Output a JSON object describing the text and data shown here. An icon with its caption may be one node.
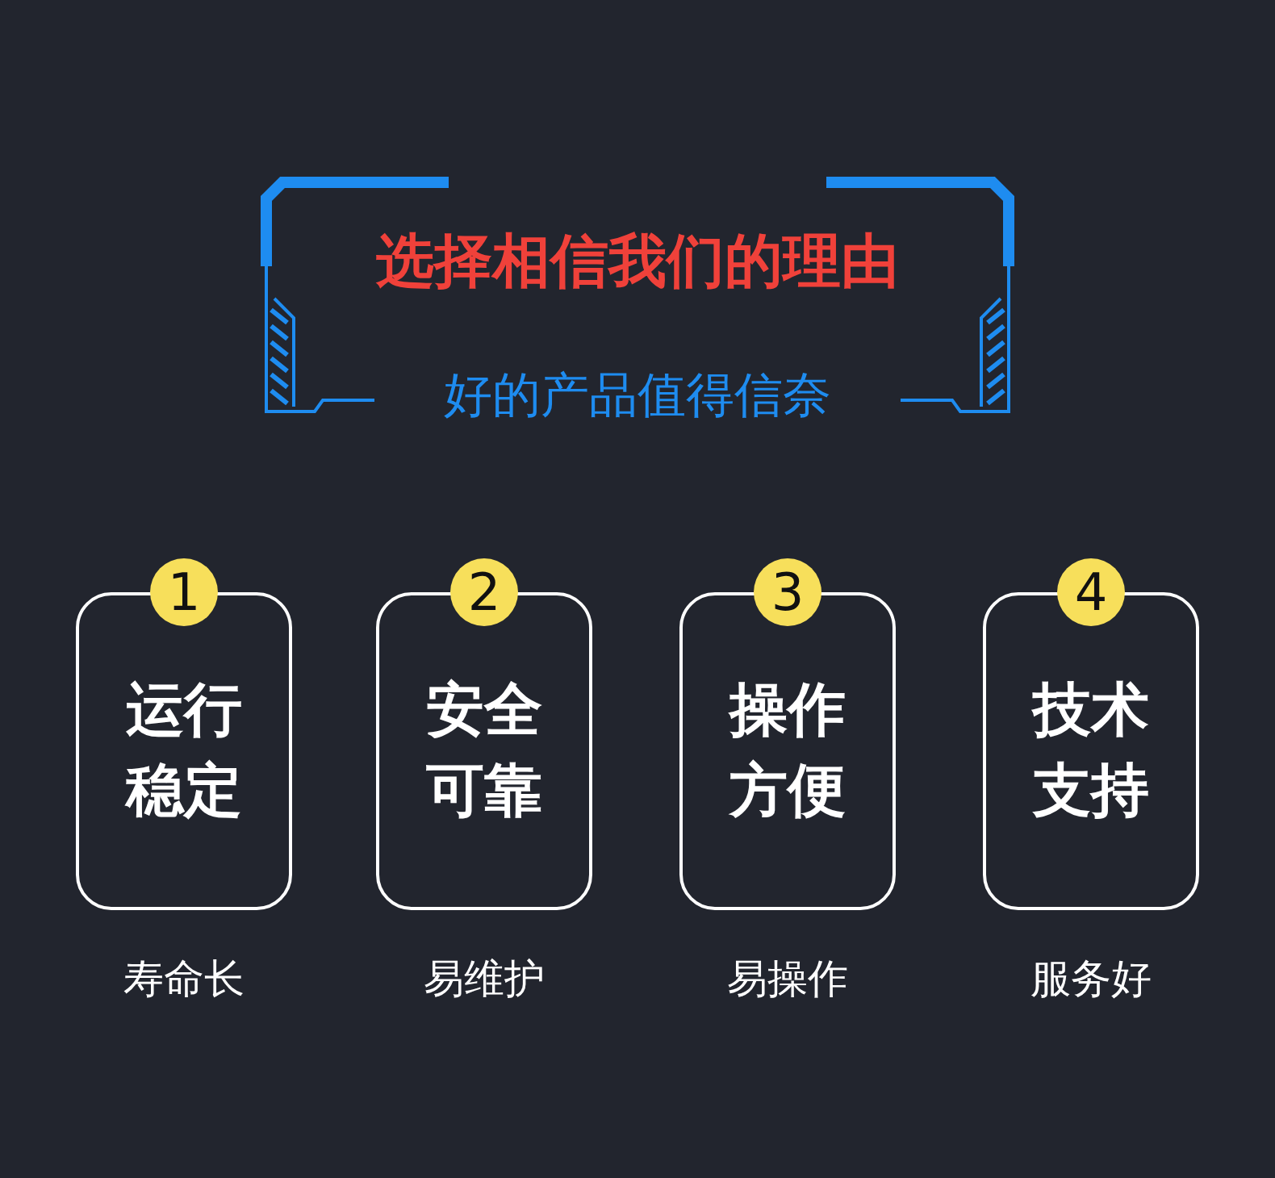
{
  "diagram": {
    "title": "选择相信我们的理由",
    "nodes": [
      {
        "text": [
          "1"
        ]
      },
      {
        "text": [
          "运行稳定"
        ],
        "beside": [
          "寿命长"
        ]
      },
      {
        "text": [
          "2"
        ]
      },
      {
        "text": [
          "安全可靠"
        ],
        "beside": [
          "易维护"
        ]
      },
      {
        "text": [
          "3"
        ]
      },
      {
        "text": [
          "操作方便"
        ],
        "beside": [
          "易操作"
        ]
      },
      {
        "text": [
          "4"
        ]
      },
      {
        "text": [
          "技术支持"
        ],
        "beside": [
          "服务好"
        ]
      }
    ],
    "labels": [
      "好的产品值得信奈"
    ]
  }
}
